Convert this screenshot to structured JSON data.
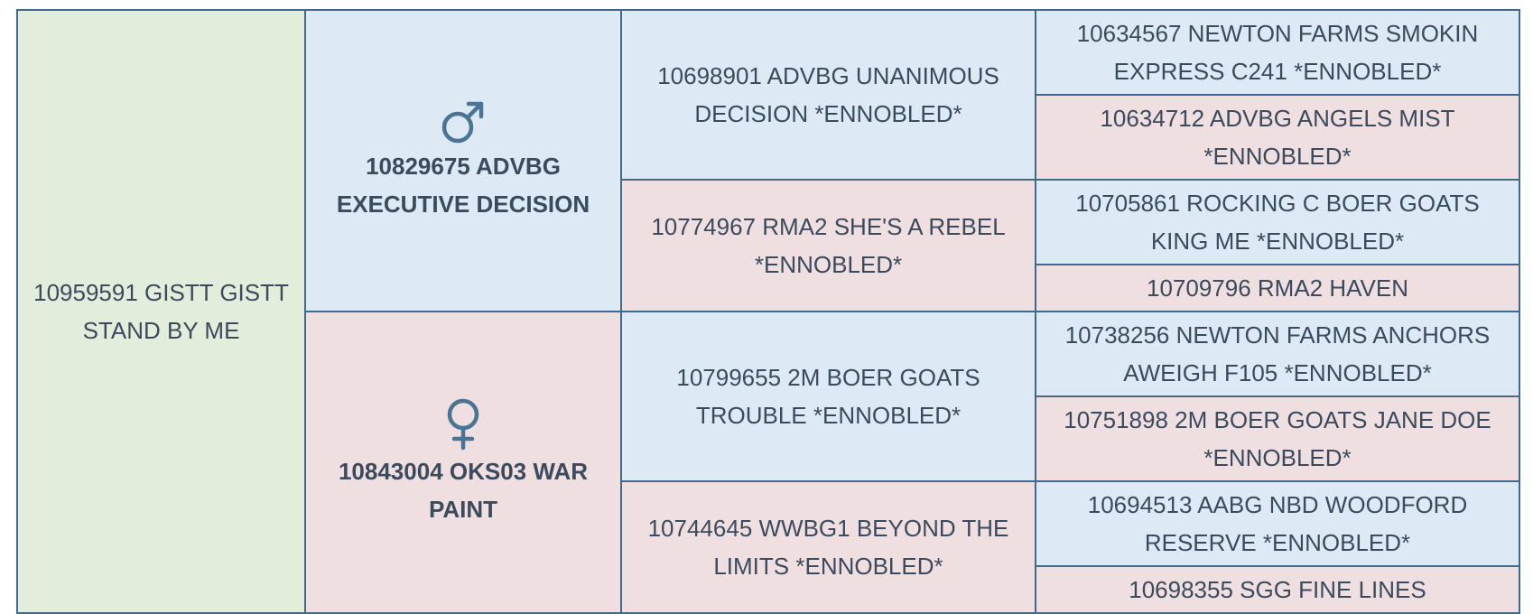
{
  "subject": "10959591 GISTT GISTT STAND BY ME",
  "sire": {
    "name": "10829675 ADVBG EXECUTIVE DECISION",
    "icon": "male-symbol-icon",
    "sire": {
      "name": "10698901 ADVBG UNANIMOUS DECISION *ENNOBLED*",
      "sire": "10634567 NEWTON FARMS SMOKIN EXPRESS C241 *ENNOBLED*",
      "dam": "10634712 ADVBG ANGELS MIST *ENNOBLED*"
    },
    "dam": {
      "name": "10774967 RMA2 SHE'S A REBEL *ENNOBLED*",
      "sire": "10705861 ROCKING C BOER GOATS KING ME *ENNOBLED*",
      "dam": "10709796 RMA2 HAVEN"
    }
  },
  "dam": {
    "name": "10843004 OKS03 WAR PAINT",
    "icon": "female-symbol-icon",
    "sire": {
      "name": "10799655 2M BOER GOATS TROUBLE *ENNOBLED*",
      "sire": "10738256 NEWTON FARMS ANCHORS AWEIGH F105 *ENNOBLED*",
      "dam": "10751898 2M BOER GOATS JANE DOE *ENNOBLED*"
    },
    "dam": {
      "name": "10744645 WWBG1 BEYOND THE LIMITS *ENNOBLED*",
      "sire": "10694513 AABG NBD WOODFORD RESERVE *ENNOBLED*",
      "dam": "10698355 SGG FINE LINES"
    }
  },
  "colors": {
    "subject_bg": "#e2eedb",
    "male_bg": "#dde9f4",
    "female_bg": "#efdfe0",
    "border": "#3f6a8a",
    "icon": "#4a7494",
    "text": "#3b4a5c"
  }
}
